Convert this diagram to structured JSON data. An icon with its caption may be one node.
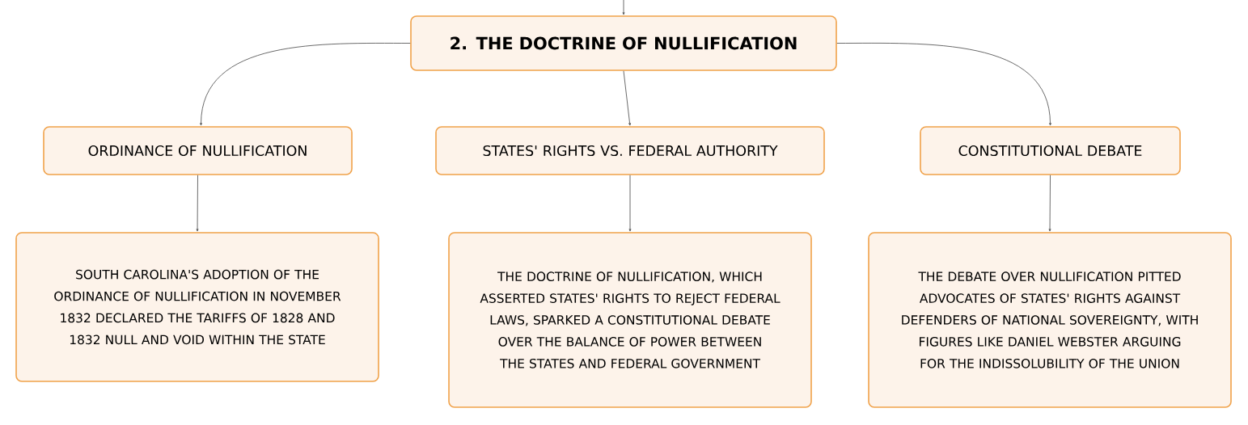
{
  "diagram": {
    "nodes": [
      {
        "text": [
          "2. THE DOCTRINE OF NULLIFICATION"
        ]
      },
      {
        "text": [
          "ORDINANCE OF NULLIFICATION"
        ]
      },
      {
        "text": [
          "STATES' RIGHTS VS. FEDERAL AUTHORITY"
        ]
      },
      {
        "text": [
          "CONSTITUTIONAL DEBATE"
        ]
      },
      {
        "text": [
          "SOUTH CAROLINA'S ADOPTION OF THE ORDINANCE OF NULLIFICATION IN NOVEMBER 1832 DECLARED THE TARIFFS OF 1828 AND 1832 NULL AND VOID WITHIN THE STATE"
        ]
      },
      {
        "text": [
          "THE DOCTRINE OF NULLIFICATION, WHICH ASSERTED STATES' RIGHTS TO REJECT FEDERAL LAWS, SPARKED A CONSTITUTIONAL DEBATE OVER THE BALANCE OF POWER BETWEEN THE STATES AND FEDERAL GOVERNMENT"
        ]
      },
      {
        "text": [
          "THE DEBATE OVER NULLIFICATION PITTED ADVOCATES OF STATES' RIGHTS AGAINST DEFENDERS OF NATIONAL SOVEREIGNTY, WITH FIGURES LIKE DANIEL WEBSTER ARGUING FOR THE INDISSOLUBILITY OF THE UNION"
        ]
      }
    ],
    "edges": [
      {
        "from": null,
        "to": 0,
        "arrow": "to"
      },
      {
        "from": 0,
        "to": 1,
        "arrow": "to"
      },
      {
        "from": 0,
        "to": 2,
        "arrow": "to"
      },
      {
        "from": 0,
        "to": 3,
        "arrow": "to"
      },
      {
        "from": 1,
        "to": 4,
        "arrow": "to"
      },
      {
        "from": 2,
        "to": 5,
        "arrow": "to"
      },
      {
        "from": 3,
        "to": 6,
        "arrow": "to"
      }
    ]
  }
}
